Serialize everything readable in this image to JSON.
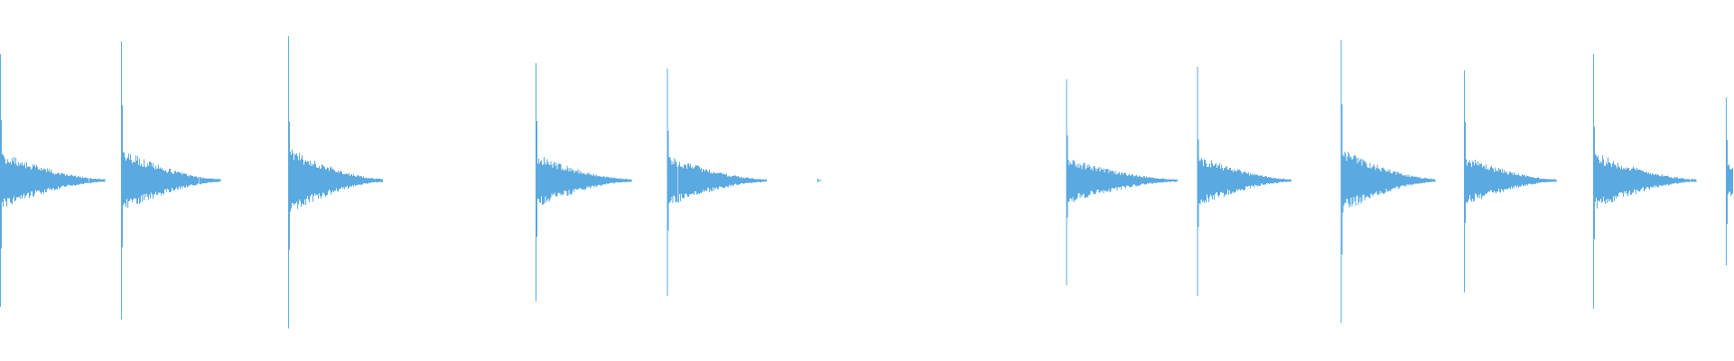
{
  "waveform": {
    "color": "#5aa9e0",
    "background": "#ffffff",
    "duration_fraction_of_view": 1.0,
    "transients": [
      {
        "time": 0.0003,
        "peak_up": 0.7,
        "peak_down": 0.7,
        "decay": 0.06
      },
      {
        "time": 0.07,
        "peak_up": 0.77,
        "peak_down": 0.77,
        "decay": 0.057
      },
      {
        "time": 0.1665,
        "peak_up": 0.8,
        "peak_down": 0.82,
        "decay": 0.054
      },
      {
        "time": 0.309,
        "peak_up": 0.65,
        "peak_down": 0.67,
        "decay": 0.055
      },
      {
        "time": 0.385,
        "peak_up": 0.62,
        "peak_down": 0.64,
        "decay": 0.057
      },
      {
        "time": 0.4715,
        "peak_up": 0.01,
        "peak_down": 0.01,
        "decay": 0.002
      },
      {
        "time": 0.615,
        "peak_up": 0.56,
        "peak_down": 0.58,
        "decay": 0.064
      },
      {
        "time": 0.6905,
        "peak_up": 0.63,
        "peak_down": 0.64,
        "decay": 0.054
      },
      {
        "time": 0.7735,
        "peak_up": 0.78,
        "peak_down": 0.79,
        "decay": 0.054
      },
      {
        "time": 0.8445,
        "peak_up": 0.61,
        "peak_down": 0.62,
        "decay": 0.053
      },
      {
        "time": 0.919,
        "peak_up": 0.7,
        "peak_down": 0.71,
        "decay": 0.059
      },
      {
        "time": 0.9955,
        "peak_up": 0.46,
        "peak_down": 0.47,
        "decay": 0.02
      }
    ]
  }
}
